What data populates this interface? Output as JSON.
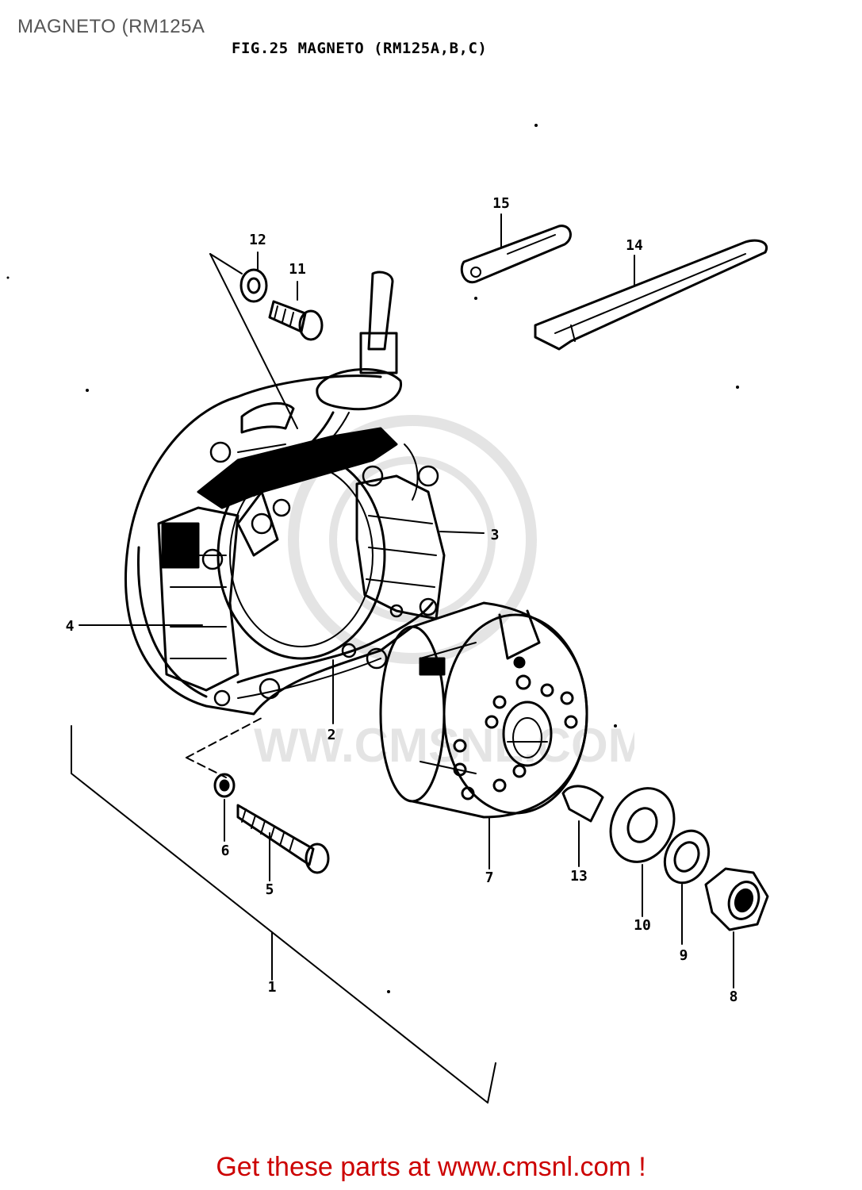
{
  "header": {
    "title": "MAGNETO (RM125A",
    "figure_caption": "FIG.25  MAGNETO (RM125A,B,C)"
  },
  "callouts": [
    {
      "id": "1",
      "label": "1"
    },
    {
      "id": "2",
      "label": "2"
    },
    {
      "id": "3",
      "label": "3"
    },
    {
      "id": "4",
      "label": "4"
    },
    {
      "id": "5",
      "label": "5"
    },
    {
      "id": "6",
      "label": "6"
    },
    {
      "id": "7",
      "label": "7"
    },
    {
      "id": "8",
      "label": "8"
    },
    {
      "id": "9",
      "label": "9"
    },
    {
      "id": "10",
      "label": "10"
    },
    {
      "id": "11",
      "label": "11"
    },
    {
      "id": "12",
      "label": "12"
    },
    {
      "id": "13",
      "label": "13"
    },
    {
      "id": "14",
      "label": "14"
    },
    {
      "id": "15",
      "label": "15"
    }
  ],
  "watermark": {
    "text": "WWW.CMSNL.COM",
    "color": "#000000"
  },
  "footer": {
    "text": "Get these parts at www.cmsnl.com !",
    "color": "#cc0000"
  }
}
